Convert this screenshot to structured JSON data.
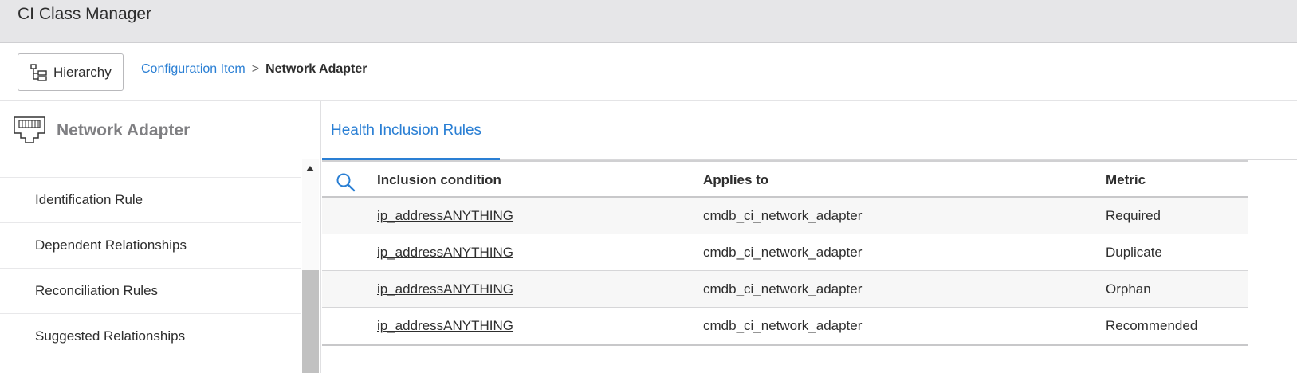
{
  "header": {
    "title": "CI Class Manager"
  },
  "toolbar": {
    "hierarchy_label": "Hierarchy"
  },
  "breadcrumb": {
    "parent": "Configuration Item",
    "separator": ">",
    "current": "Network Adapter"
  },
  "left_panel": {
    "class_name": "Network Adapter",
    "icon": "network-adapter-icon",
    "items": [
      {
        "label": "Identification Rule"
      },
      {
        "label": "Dependent Relationships"
      },
      {
        "label": "Reconciliation Rules"
      },
      {
        "label": "Suggested Relationships"
      }
    ]
  },
  "tab": {
    "label": "Health Inclusion Rules"
  },
  "table": {
    "columns": [
      "Inclusion condition",
      "Applies to",
      "Metric"
    ],
    "rows": [
      {
        "condition": "ip_addressANYTHING",
        "applies_to": "cmdb_ci_network_adapter",
        "metric": "Required"
      },
      {
        "condition": "ip_addressANYTHING",
        "applies_to": "cmdb_ci_network_adapter",
        "metric": "Duplicate"
      },
      {
        "condition": "ip_addressANYTHING",
        "applies_to": "cmdb_ci_network_adapter",
        "metric": "Orphan"
      },
      {
        "condition": "ip_addressANYTHING",
        "applies_to": "cmdb_ci_network_adapter",
        "metric": "Recommended"
      }
    ]
  },
  "colors": {
    "accent": "#2a7fd4",
    "header_bg": "#e6e6e8",
    "text": "#2e2e2e",
    "muted": "#7f7f82"
  }
}
